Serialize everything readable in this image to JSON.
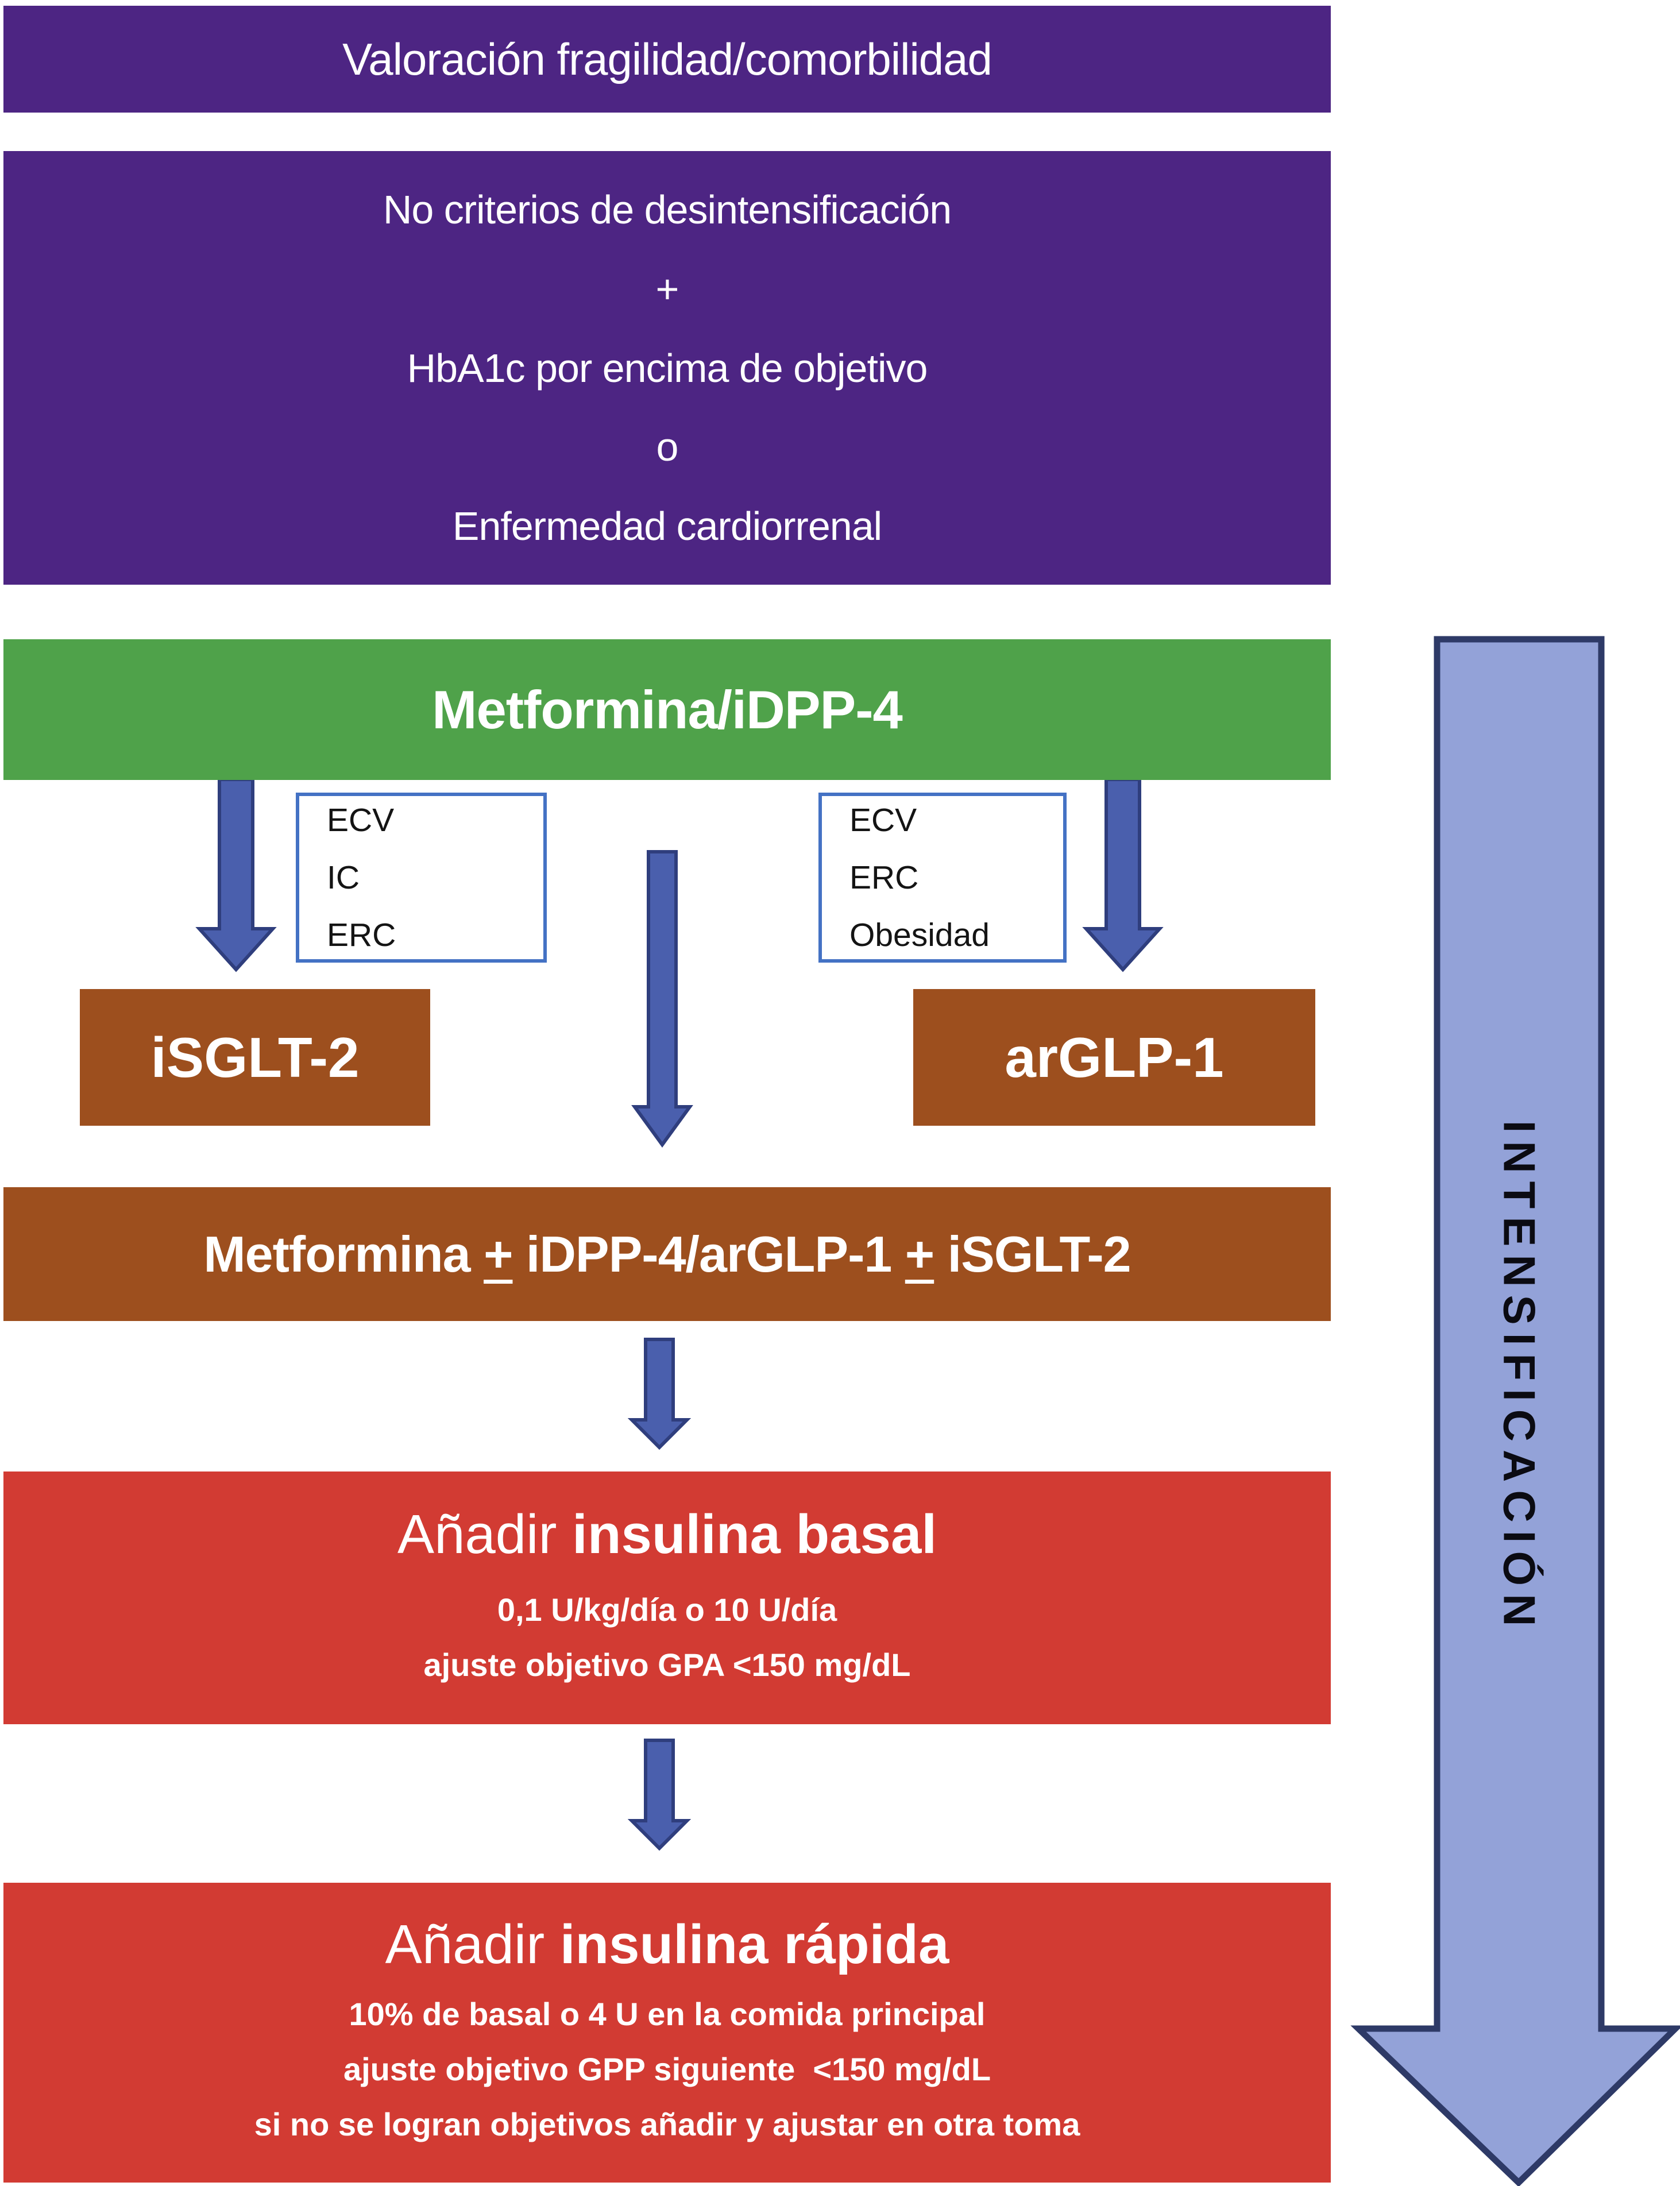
{
  "colors": {
    "purple": "#4D2583",
    "green": "#4FA24A",
    "brown": "#9D4F1E",
    "red": "#D23B33",
    "white_box_border": "#4472C4",
    "small_arrow_fill": "#4A5FAD",
    "small_arrow_stroke": "#2F3E7D",
    "big_arrow_fill": "#93A2D8",
    "big_arrow_stroke": "#2E3A67"
  },
  "boxes": {
    "assessment": {
      "text": "Valoración fragilidad/comorbilidad"
    },
    "criteria": {
      "lines": [
        "No criterios de desintensificación",
        "+",
        "HbA1c por encima de objetivo",
        "o",
        "Enfermedad cardiorrenal"
      ]
    },
    "metformin": {
      "text": "Metformina/iDPP-4"
    },
    "left_indications": {
      "lines": [
        "ECV",
        "IC",
        "ERC"
      ]
    },
    "right_indications": {
      "lines": [
        "ECV",
        "ERC",
        "Obesidad"
      ]
    },
    "isglt2": {
      "text": "iSGLT-2"
    },
    "arglp1": {
      "text": "arGLP-1"
    },
    "combo": {
      "part1": "Metformina ",
      "plusminus1": "+",
      "part2": " iDPP-4/arGLP-1 ",
      "plusminus2": "+",
      "part3": " iSGLT-2"
    },
    "basal": {
      "title_normal": "Añadir ",
      "title_bold": "insulina basal",
      "sublines": [
        "0,1 U/kg/día o 10 U/día",
        "ajuste objetivo GPA <150 mg/dL"
      ]
    },
    "rapid": {
      "title_normal": "Añadir ",
      "title_bold": "insulina rápida",
      "sublines": [
        "10% de basal o 4 U en la comida principal",
        "ajuste objetivo GPP siguiente  <150 mg/dL",
        "si no se logran objetivos añadir y ajustar en otra toma"
      ]
    },
    "intensification": {
      "text": "INTENSIFICACIÓN"
    }
  }
}
